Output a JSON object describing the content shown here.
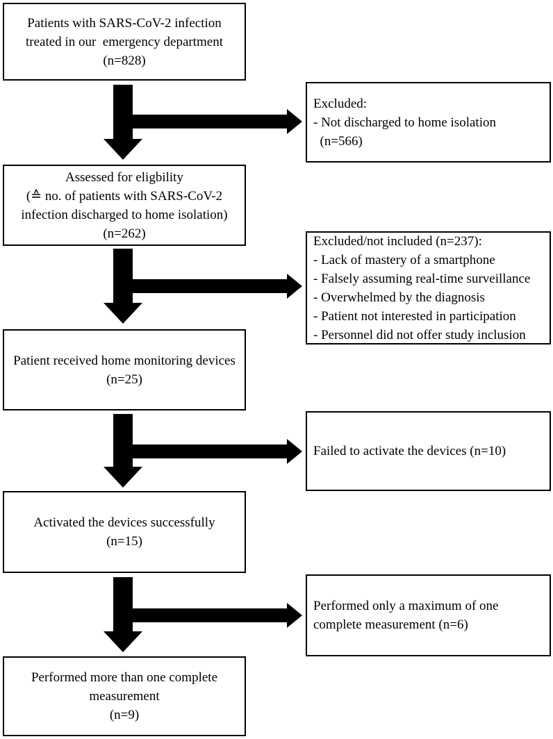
{
  "figure": {
    "kind": "patient-flow-diagram",
    "background_color": "#ffffff",
    "box_border_color": "#000000",
    "arrow_color": "#000000",
    "text_color": "#000000"
  },
  "boxes": {
    "main": [
      {
        "name": "patients-treated",
        "text": "Patients with SARS-CoV-2 infection\ntreated in our  emergency department\n(n=828)"
      },
      {
        "name": "assessed-eligibility",
        "text": "Assessed for eligbility\n(≙ no. of patients with SARS-CoV-2\ninfection discharged to home isolation)\n(n=262)"
      },
      {
        "name": "received-devices",
        "text": "Patient received home monitoring devices\n(n=25)"
      },
      {
        "name": "activated-devices",
        "text": "Activated the devices successfully\n(n=15)"
      },
      {
        "name": "multiple-measurements",
        "text": "Performed more than one complete\nmeasurement\n(n=9)"
      }
    ],
    "side": [
      {
        "name": "excluded-not-discharged",
        "text": "Excluded:\n- Not discharged to home isolation\n  (n=566)"
      },
      {
        "name": "excluded-not-included",
        "text": "Excluded/not included (n=237):\n- Lack of mastery of a smartphone\n- Falsely assuming real-time surveillance\n- Overwhelmed by the diagnosis\n- Patient not interested in participation\n- Personnel did not offer study inclusion"
      },
      {
        "name": "failed-activation",
        "text": "Failed to activate the devices (n=10)"
      },
      {
        "name": "single-measurement",
        "text": "Performed only a maximum of one\ncomplete measurement (n=6)"
      }
    ]
  }
}
